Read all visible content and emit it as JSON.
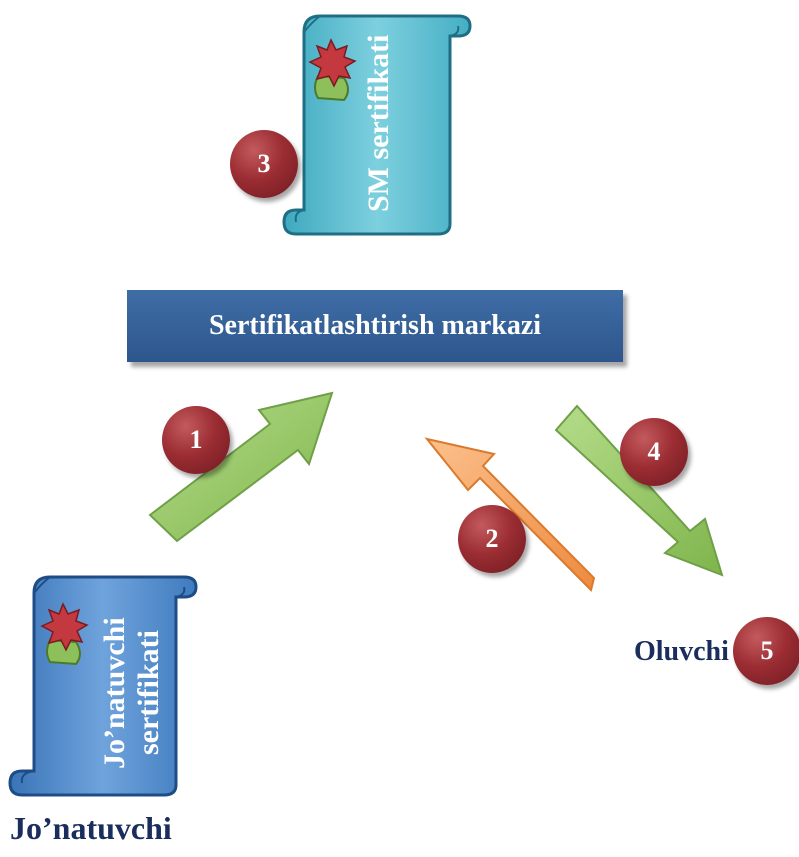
{
  "center_box": {
    "label": "Sertifikatlashtirish markazi"
  },
  "sm_certificate": {
    "text": "SM sertifikati"
  },
  "sender_certificate": {
    "line1": "Jo’natuvchi",
    "line2": "sertifikati"
  },
  "sender": {
    "label": "Jo’natuvchi"
  },
  "receiver": {
    "label": "Oluvchi"
  },
  "steps": [
    "1",
    "2",
    "3",
    "4",
    "5"
  ],
  "colors": {
    "center_box": "#2d568c",
    "sm_scroll": "#5bbfd0",
    "sender_scroll": "#4a87c9",
    "green_arrow": "#9acc6c",
    "orange_arrow": "#f5a15c",
    "badge": "#8b262d",
    "label_text": "#1a2d5c"
  }
}
